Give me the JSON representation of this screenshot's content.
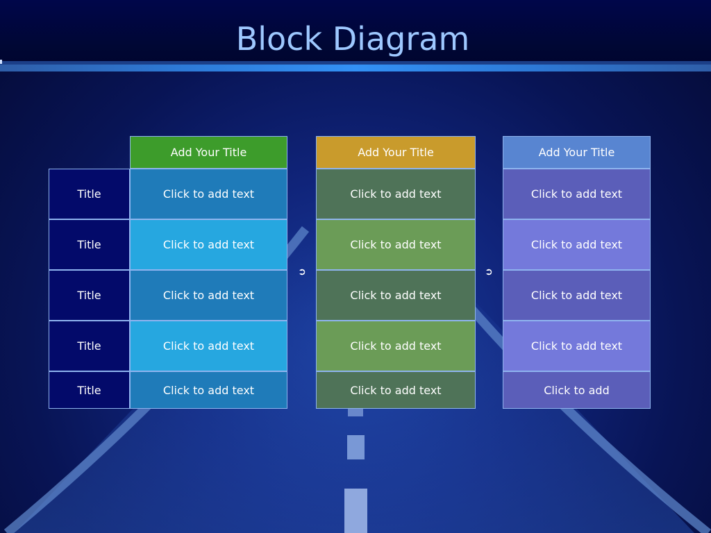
{
  "title": "Block Diagram",
  "row_labels": [
    "Title",
    "Title",
    "Title",
    "Title",
    "Title"
  ],
  "arrow_glyph": "➲",
  "columns": [
    {
      "header": "Add Your Title",
      "header_color": "#3d9c2b",
      "colors": [
        "#1f7bb9",
        "#26a7e0"
      ],
      "cells": [
        "Click to add text",
        "Click to add text",
        "Click to add text",
        "Click to add text",
        "Click to add text"
      ]
    },
    {
      "header": "Add Your Title",
      "header_color": "#c99b2c",
      "colors": [
        "#4f7358",
        "#6b9c57"
      ],
      "cells": [
        "Click to add text",
        "Click to add text",
        "Click to add text",
        "Click to add text",
        "Click to add text"
      ]
    },
    {
      "header": "Add Your Title",
      "header_color": "#5885d1",
      "colors": [
        "#5b5eb9",
        "#7479db"
      ],
      "cells": [
        "Click to add text",
        "Click to add text",
        "Click to add text",
        "Click to add text",
        "Click to add"
      ]
    }
  ]
}
